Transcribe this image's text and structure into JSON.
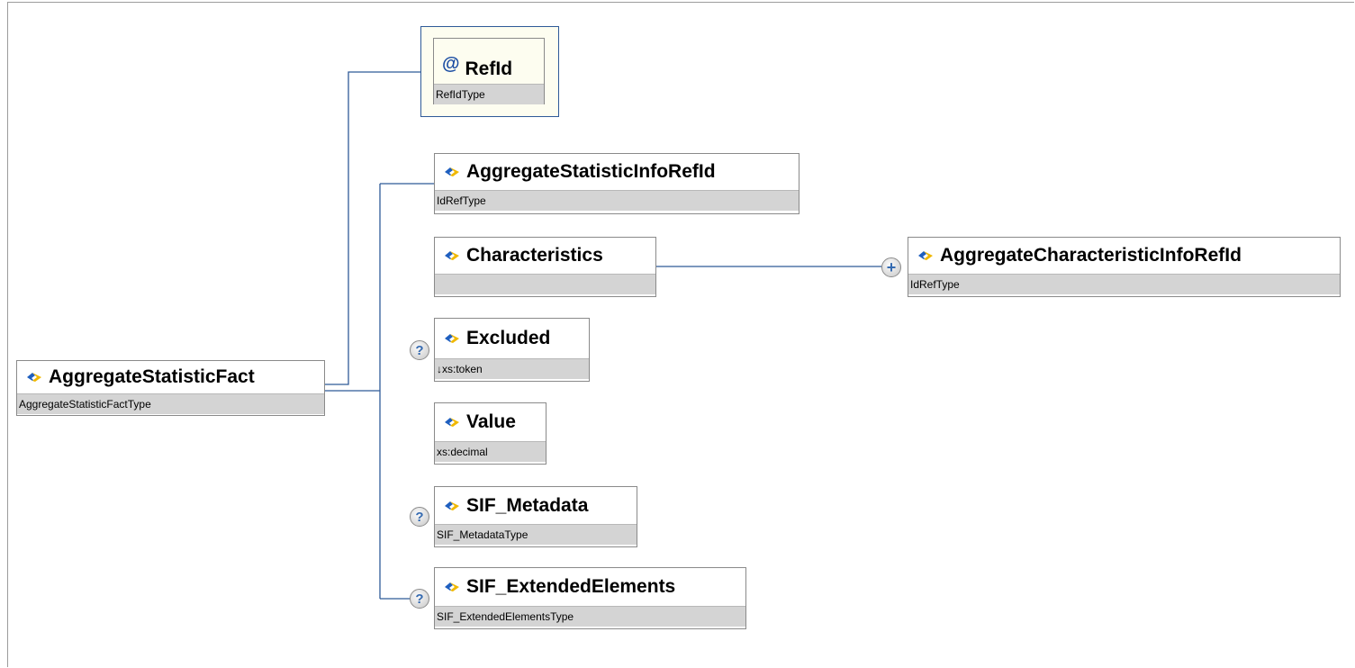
{
  "root": {
    "name": "AggregateStatisticFact",
    "type": "AggregateStatisticFactType"
  },
  "attribute": {
    "name": "RefId",
    "type": "RefIdType",
    "marker": "@"
  },
  "elements": [
    {
      "name": "AggregateStatisticInfoRefId",
      "type": "IdRefType",
      "optional": false
    },
    {
      "name": "Characteristics",
      "type": "",
      "optional": false
    },
    {
      "name": "Excluded",
      "type": "↓xs:token",
      "optional": true
    },
    {
      "name": "Value",
      "type": "xs:decimal",
      "optional": false
    },
    {
      "name": "SIF_Metadata",
      "type": "SIF_MetadataType",
      "optional": true
    },
    {
      "name": "SIF_ExtendedElements",
      "type": "SIF_ExtendedElementsType",
      "optional": true
    }
  ],
  "child": {
    "name": "AggregateCharacteristicInfoRefId",
    "type": "IdRefType"
  },
  "badges": {
    "optional": "?",
    "expand": "+"
  },
  "colors": {
    "connector": "#2f5a98",
    "type_band": "#d4d4d4",
    "icon_blue": "#1f5fbf",
    "icon_yellow": "#f0b800"
  }
}
